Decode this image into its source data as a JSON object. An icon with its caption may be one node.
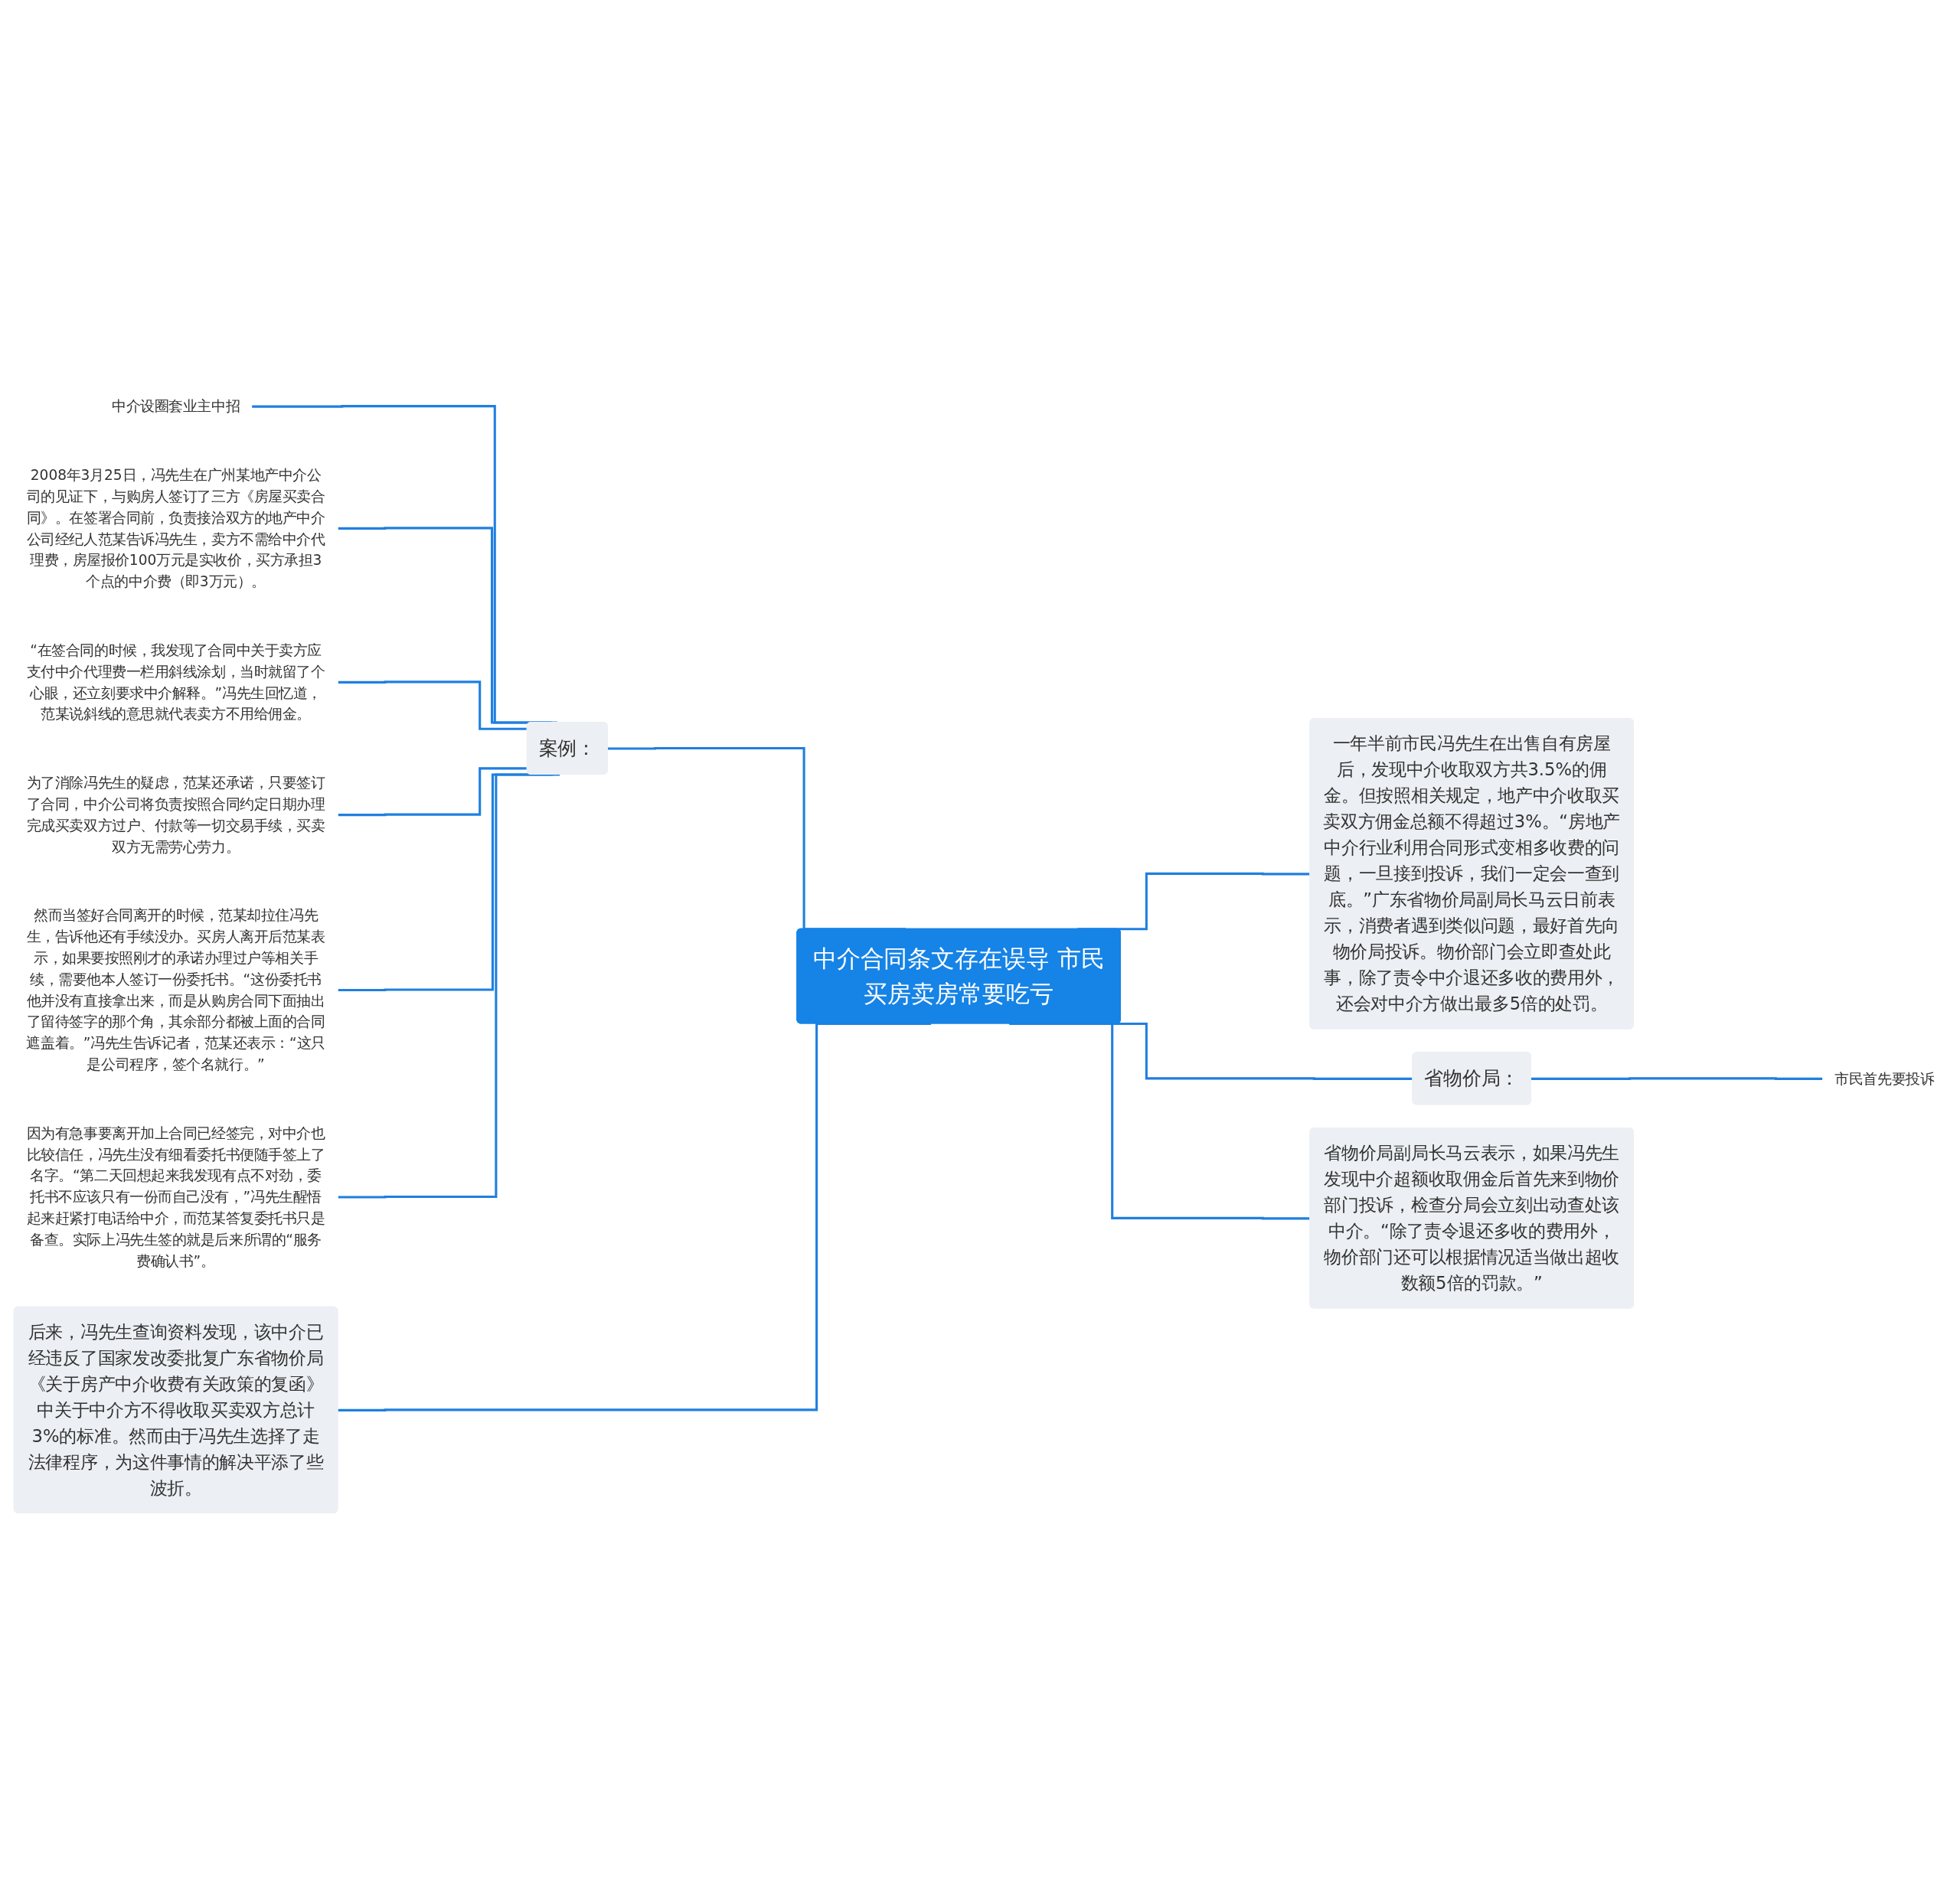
{
  "diagram": {
    "nodes": [
      {
        "text": [
          "中介合同条文存在误导 市民买房卖房常要吃亏"
        ]
      },
      {
        "text": [
          "案例："
        ]
      },
      {
        "text": [
          "中介设圈套业主中招"
        ]
      },
      {
        "text": [
          "2008年3月25日，冯先生在广州某地产中介公司的见证下，与购房人签订了三方《房屋买卖合同》。在签署合同前，负责接洽双方的地产中介公司经纪人范某告诉冯先生，卖方不需给中介代理费，房屋报价100万元是实收价，买方承担3个点的中介费（即3万元）。"
        ]
      },
      {
        "text": [
          "“在签合同的时候，我发现了合同中关于卖方应支付中介代理费一栏用斜线涂划，当时就留了个心眼，还立刻要求中介解释。”冯先生回忆道，范某说斜线的意思就代表卖方不用给佣金。"
        ]
      },
      {
        "text": [
          "为了消除冯先生的疑虑，范某还承诺，只要签订了合同，中介公司将负责按照合同约定日期办理完成买卖双方过户、付款等一切交易手续，买卖双方无需劳心劳力。"
        ]
      },
      {
        "text": [
          "然而当签好合同离开的时候，范某却拉住冯先生，告诉他还有手续没办。买房人离开后范某表示，如果要按照刚才的承诺办理过户等相关手续，需要他本人签订一份委托书。“这份委托书他并没有直接拿出来，而是从购房合同下面抽出了留待签字的那个角，其余部分都被上面的合同遮盖着。”冯先生告诉记者，范某还表示：“这只是公司程序，签个名就行。”"
        ]
      },
      {
        "text": [
          "因为有急事要离开加上合同已经签完，对中介也比较信任，冯先生没有细看委托书便随手签上了名字。“第二天回想起来我发现有点不对劲，委托书不应该只有一份而自己没有，”冯先生醒悟起来赶紧打电话给中介，而范某答复委托书只是备查。实际上冯先生签的就是后来所谓的“服务费确认书”。"
        ]
      },
      {
        "text": [
          "后来，冯先生查询资料发现，该中介已经违反了国家发改委批复广东省物价局《关于房产中介收费有关政策的复函》中关于中介方不得收取买卖双方总计3%的标准。然而由于冯先生选择了走法律程序，为这件事情的解决平添了些波折。"
        ]
      },
      {
        "text": [
          "一年半前市民冯先生在出售自有房屋后，发现中介收取双方共3.5%的佣金。但按照相关规定，地产中介收取买卖双方佣金总额不得超过3%。“房地产中介行业利用合同形式变相多收费的问题，一旦接到投诉，我们一定会一查到底。”广东省物价局副局长马云日前表示，消费者遇到类似问题，最好首先向物价局投诉。物价部门会立即查处此事，除了责令中介退还多收的费用外，还会对中介方做出最多5倍的处罚。"
        ]
      },
      {
        "text": [
          "省物价局："
        ]
      },
      {
        "text": [
          "市民首先要投诉"
        ]
      },
      {
        "text": [
          "省物价局副局长马云表示，如果冯先生发现中介超额收取佣金后首先来到物价部门投诉，检查分局会立刻出动查处该中介。“除了责令退还多收的费用外，物价部门还可以根据情况适当做出超收数额5倍的罚款。”"
        ]
      }
    ],
    "edges": [
      {
        "from": 2,
        "to": 1,
        "arrow": "none"
      },
      {
        "from": 3,
        "to": 1,
        "arrow": "none"
      },
      {
        "from": 4,
        "to": 1,
        "arrow": "none"
      },
      {
        "from": 5,
        "to": 1,
        "arrow": "none"
      },
      {
        "from": 6,
        "to": 1,
        "arrow": "none"
      },
      {
        "from": 7,
        "to": 1,
        "arrow": "none"
      },
      {
        "from": 1,
        "to": 0,
        "arrow": "none"
      },
      {
        "from": 8,
        "to": 0,
        "arrow": "none"
      },
      {
        "from": 0,
        "to": 9,
        "arrow": "none"
      },
      {
        "from": 0,
        "to": 10,
        "arrow": "none"
      },
      {
        "from": 10,
        "to": 11,
        "arrow": "none"
      },
      {
        "from": 0,
        "to": 12,
        "arrow": "none"
      }
    ]
  }
}
